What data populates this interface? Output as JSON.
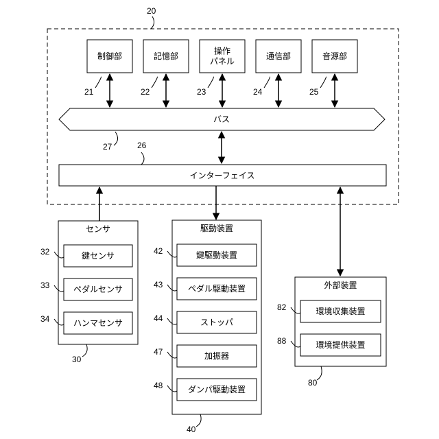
{
  "system_ref": "20",
  "modules": [
    {
      "label_lines": [
        "制御部"
      ],
      "ref": "21"
    },
    {
      "label_lines": [
        "記憶部"
      ],
      "ref": "22"
    },
    {
      "label_lines": [
        "操作",
        "パネル"
      ],
      "ref": "23"
    },
    {
      "label_lines": [
        "通信部"
      ],
      "ref": "24"
    },
    {
      "label_lines": [
        "音源部"
      ],
      "ref": "25"
    }
  ],
  "bus": {
    "label": "バス",
    "ref": "27"
  },
  "interface": {
    "label": "インターフェイス",
    "ref": "26"
  },
  "sensor_group": {
    "title": "センサ",
    "ref": "30",
    "items": [
      {
        "label": "鍵センサ",
        "ref": "32"
      },
      {
        "label": "ペダルセンサ",
        "ref": "33"
      },
      {
        "label": "ハンマセンサ",
        "ref": "34"
      }
    ]
  },
  "drive_group": {
    "title": "駆動装置",
    "ref": "40",
    "items": [
      {
        "label": "鍵駆動装置",
        "ref": "42"
      },
      {
        "label": "ペダル駆動装置",
        "ref": "43"
      },
      {
        "label": "ストッパ",
        "ref": "44"
      },
      {
        "label": "加振器",
        "ref": "47"
      },
      {
        "label": "ダンパ駆動装置",
        "ref": "48"
      }
    ]
  },
  "external_group": {
    "title": "外部装置",
    "ref": "80",
    "items": [
      {
        "label": "環境収集装置",
        "ref": "82"
      },
      {
        "label": "環境提供装置",
        "ref": "88"
      }
    ]
  }
}
